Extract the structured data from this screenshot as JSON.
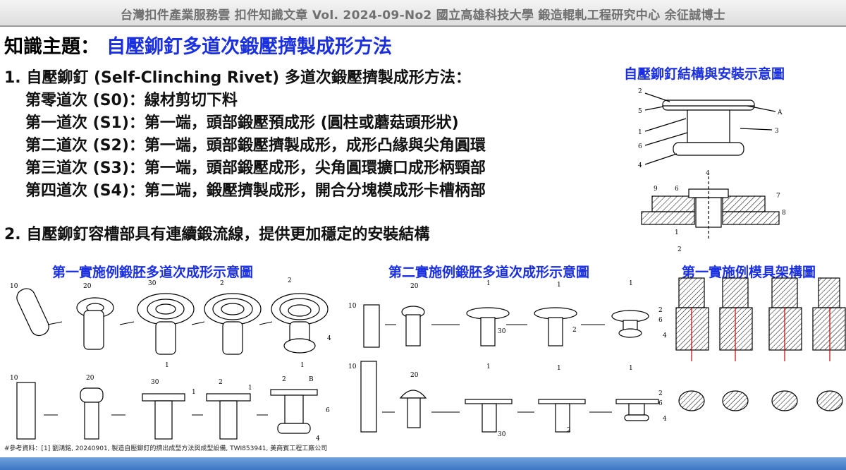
{
  "header": {
    "text": "台灣扣件產業服務雲  扣件知識文章  Vol. 2024-09-No2  國立高雄科技大學  鍛造輥軋工程研究中心  余征誠博士"
  },
  "topic": {
    "label": "知識主題：",
    "title": "自壓鉚釘多道次鍛壓擠製成形方法"
  },
  "content": {
    "item1": "1. 自壓鉚釘 (Self-Clinching Rivet) 多道次鍛壓擠製成形方法：",
    "steps": [
      "第零道次 (S0)：線材剪切下料",
      "第一道次 (S1)：第一端，頭部鍛壓預成形 (圓柱或蘑菇頭形狀)",
      "第二道次 (S2)：第一端，頭部鍛壓擠製成形，成形凸緣與尖角圓環",
      "第三道次 (S3)：第一端，頭部鍛壓成形，尖角圓環擴口成形柄頸部",
      "第四道次 (S4)：第二端，鍛壓擠製成形，開合分塊模成形卡槽柄部"
    ],
    "item2": "2. 自壓鉚釘容槽部具有連續鍛流線，提供更加穩定的安裝結構"
  },
  "captions": {
    "structure": "自壓鉚釘結構與安裝示意圖",
    "first_example": "第一實施例鍛胚多道次成形示意圖",
    "second_example": "第二實施例鍛胚多道次成形示意圖",
    "die_structure": "第一實施例模具架構圖"
  },
  "reference": "#參考資料：[1] 劉鴻銘, 20240901, 製造自壓鉚釘的擠出成型方法與成型設備, TWI853941, 美商賓工程工廠公司",
  "figure_labels": {
    "structure_top": [
      "2",
      "5",
      "1",
      "6",
      "4",
      "A",
      "3"
    ],
    "structure_bottom": [
      "4",
      "9",
      "6",
      "7",
      "8",
      "1",
      "2"
    ],
    "first_iso": [
      "10",
      "20",
      "30",
      "2",
      "2",
      "4",
      "1",
      "1"
    ],
    "first_side": [
      "10",
      "20",
      "30",
      "1",
      "2",
      "1",
      "2",
      "B",
      "6",
      "4"
    ],
    "second_top": [
      "10",
      "20",
      "1",
      "1",
      "1",
      "30",
      "2",
      "2",
      "6",
      "4"
    ],
    "second_bottom": [
      "10",
      "20",
      "1",
      "1",
      "1",
      "30",
      "2",
      "2",
      "6",
      "4"
    ]
  },
  "colors": {
    "accent": "#1a2fe0",
    "header_text": "#707070",
    "footer": "#3d75c4"
  }
}
